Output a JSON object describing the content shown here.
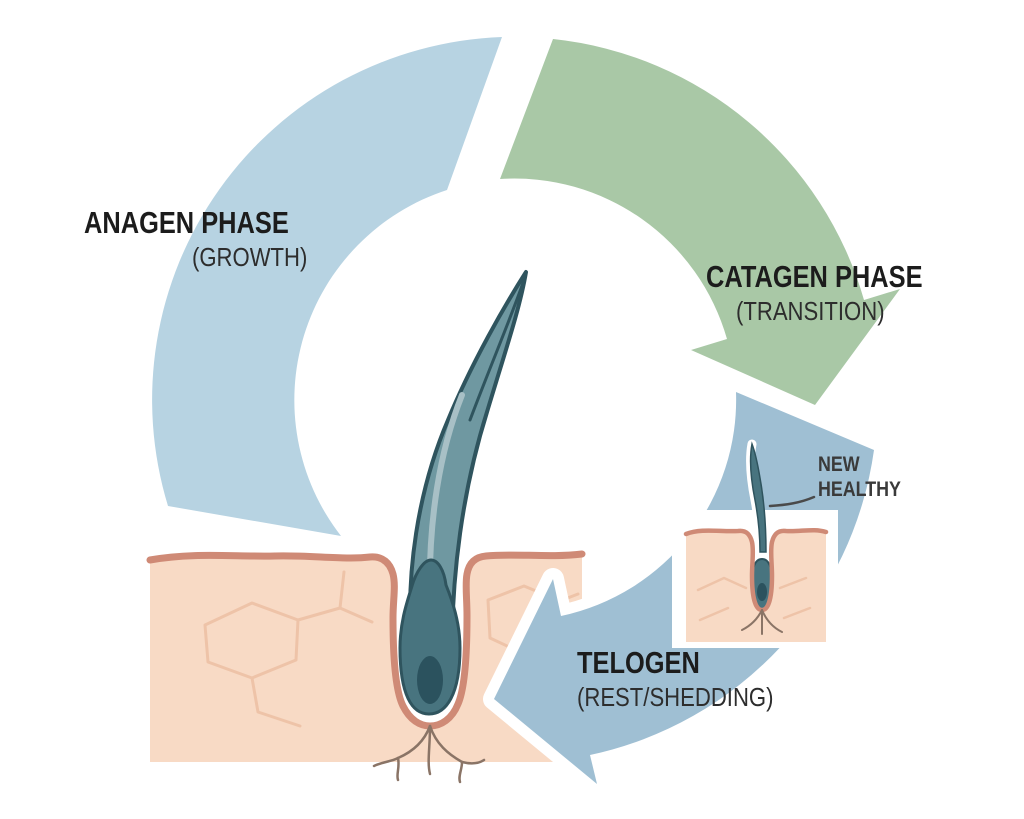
{
  "labels": {
    "anagen": {
      "title": "ANAGEN PHASE",
      "subtitle": "(GROWTH)"
    },
    "catagen": {
      "title": "CATAGEN PHASE",
      "subtitle": "(TRANSITION)"
    },
    "telogen": {
      "title": "TELOGEN",
      "subtitle": "(REST/SHEDDING)"
    },
    "inset_label": {
      "line1": "NEW",
      "line2": "HEALTHY"
    }
  },
  "colors": {
    "anagen_arrow": "#b7d3e2",
    "catagen_arrow": "#a9c8a6",
    "telogen_arrow": "#9fbfd3",
    "skin_fill": "#f8dac5",
    "skin_outline": "#cf8a76",
    "skin_texture": "#eec3a8",
    "hair_fill": "#6f98a1",
    "hair_highlight": "#a8c0c6",
    "hair_dark": "#2f545e",
    "bulb_fill": "#48747f",
    "bulb_inner": "#2b525e",
    "root": "#8a7466",
    "pointer": "#4a4a4a",
    "text": "#1c1c1c"
  }
}
